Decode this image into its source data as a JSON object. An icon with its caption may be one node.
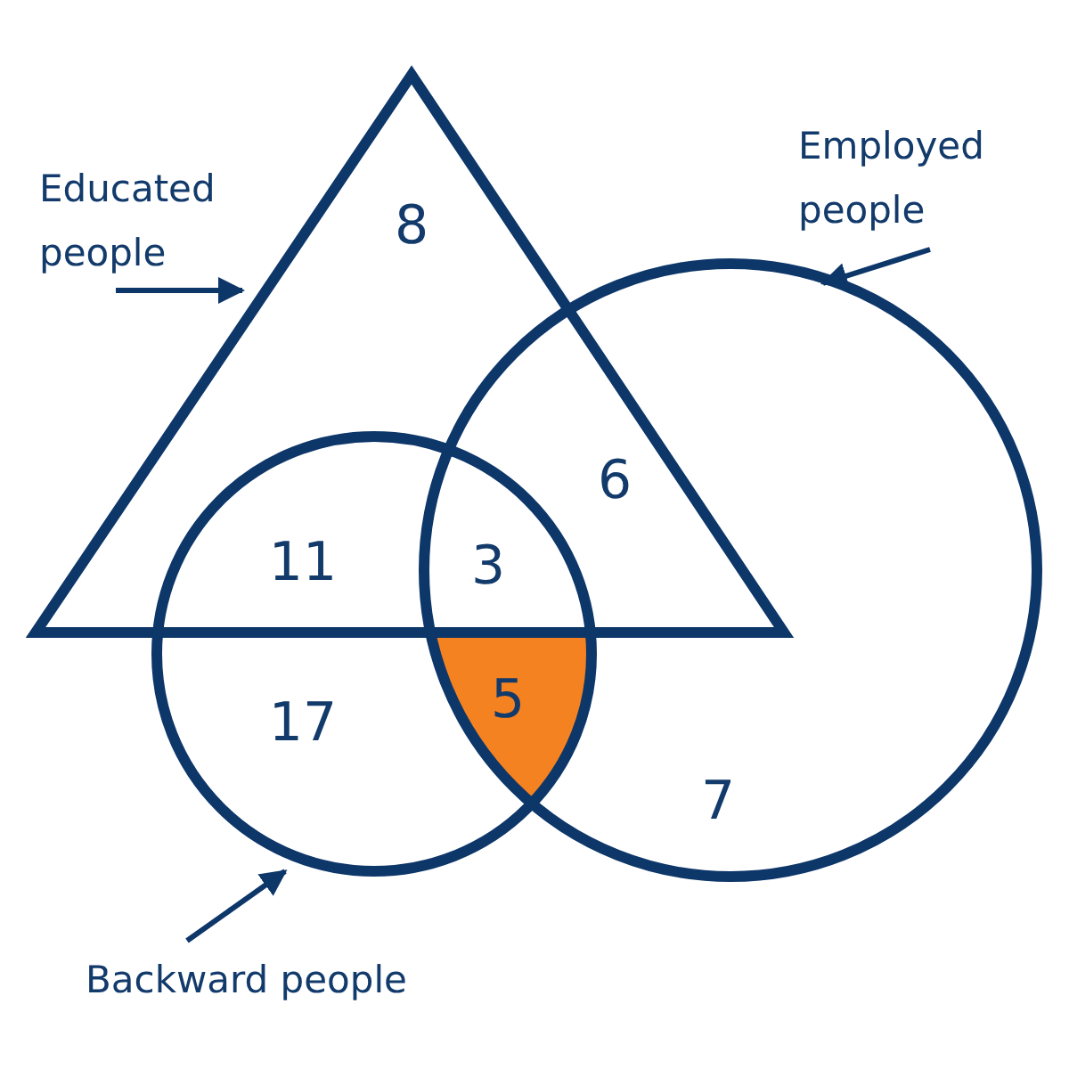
{
  "diagram": {
    "nodes": [
      {
        "text": [],
        "shape": "triangle"
      },
      {
        "text": [],
        "shape": "circle"
      },
      {
        "text": [],
        "shape": "circle"
      },
      {
        "text": [
          "Educated people"
        ]
      },
      {
        "text": [
          "Employed people"
        ]
      },
      {
        "text": [
          "Backward people"
        ]
      }
    ],
    "edges": [
      {
        "from": 3,
        "to": 0,
        "arrow": "to"
      },
      {
        "from": 4,
        "to": 2,
        "arrow": "to"
      },
      {
        "from": 5,
        "to": 1,
        "arrow": "to"
      }
    ],
    "labels": [
      "8",
      "6",
      "11",
      "3",
      "17",
      "5",
      "7"
    ]
  }
}
